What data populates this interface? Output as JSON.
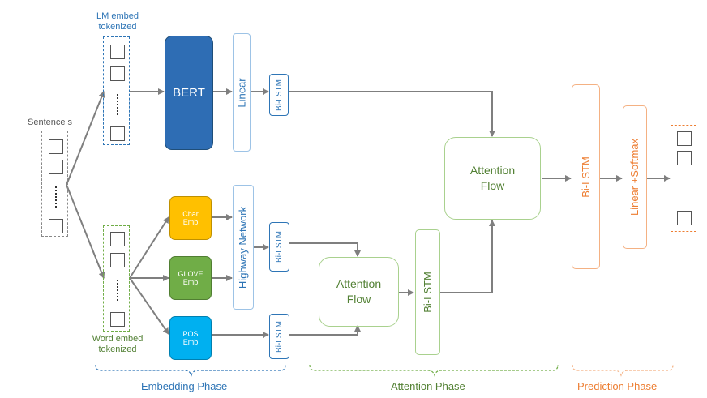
{
  "sentence_label": "Sentence s",
  "lm_tokens_label": [
    "LM embed",
    "tokenized"
  ],
  "word_tokens_label": [
    "Word embed",
    "tokenized"
  ],
  "bert_label": "BERT",
  "linear_label": "Linear",
  "bilstm_label": "Bi-LSTM",
  "highway_label": "Highway Network",
  "char_emb_label": [
    "Char",
    "Emb"
  ],
  "glove_emb_label": [
    "GLOVE",
    "Emb"
  ],
  "pos_emb_label": [
    "POS",
    "Emb"
  ],
  "attention_flow_label": [
    "Attention",
    "Flow"
  ],
  "linear_softmax_label": "Linear +Softmax",
  "phases": {
    "embedding": "Embedding Phase",
    "attention": "Attention Phase",
    "prediction": "Prediction Phase"
  },
  "colors": {
    "blue": "#2e75b6",
    "bert_fill": "#2e6db4",
    "green": "#70ad47",
    "orange": "#f4b183",
    "char_fill": "#ffc000",
    "glove_fill": "#70ad47",
    "pos_fill": "#00b0f0",
    "arrow": "#7f7f7f"
  }
}
